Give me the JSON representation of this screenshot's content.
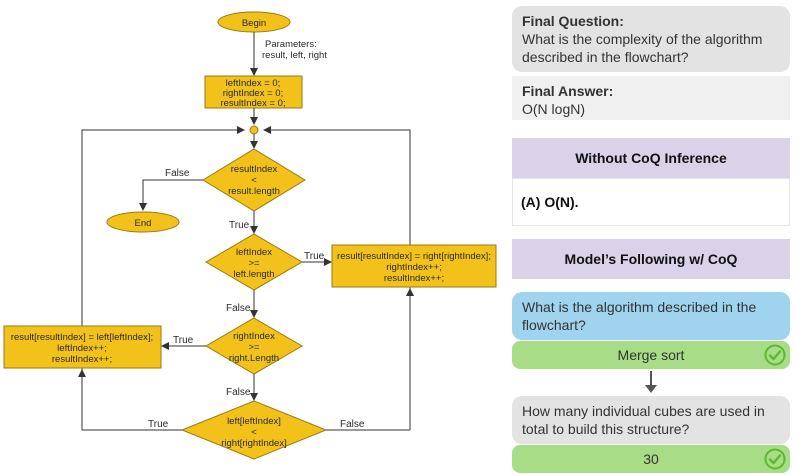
{
  "flowchart": {
    "begin": "Begin",
    "params_label": "Parameters:",
    "params_values": "result, left, right",
    "init": [
      "leftIndex = 0;",
      "rightIndex = 0;",
      "resultIndex = 0;"
    ],
    "cond1": [
      "resultIndex",
      "<",
      "result.length"
    ],
    "end": "End",
    "cond2": [
      "leftIndex",
      ">=",
      "left.length"
    ],
    "right_action": [
      "result[resultIndex] = right[rightIndex];",
      "rightIndex++;",
      "resultIndex++;"
    ],
    "cond3": [
      "rightIndex",
      ">=",
      "right.Length"
    ],
    "left_action": [
      "result[resultIndex] = left[leftIndex];",
      "leftIndex++;",
      "resultIndex++;"
    ],
    "cond4": [
      "left[leftIndex]",
      "<",
      "right[rightIndex]"
    ],
    "labels": {
      "false": "False",
      "true": "True"
    }
  },
  "panel": {
    "final_question_title": "Final Question:",
    "final_question_text": "What is the complexity of the algorithm described in the flowchart?",
    "final_answer_title": "Final Answer:",
    "final_answer_text": "O(N logN)",
    "without_coq_title": "Without CoQ Inference",
    "without_coq_answer": "(A) O(N).",
    "with_coq_title": "Model’s Following w/ CoQ",
    "q1": "What is the algorithm described in the flowchart?",
    "a1": "Merge sort",
    "q2": "How many individual cubes are used in total to build this structure?",
    "a2": "30"
  },
  "colors": {
    "node_fill": "#f2c21b",
    "node_stroke": "#9a7a12",
    "arrow": "#333333",
    "check_green": "#5cb82e"
  },
  "icons": [
    "check-circle-icon",
    "down-arrow-icon"
  ]
}
